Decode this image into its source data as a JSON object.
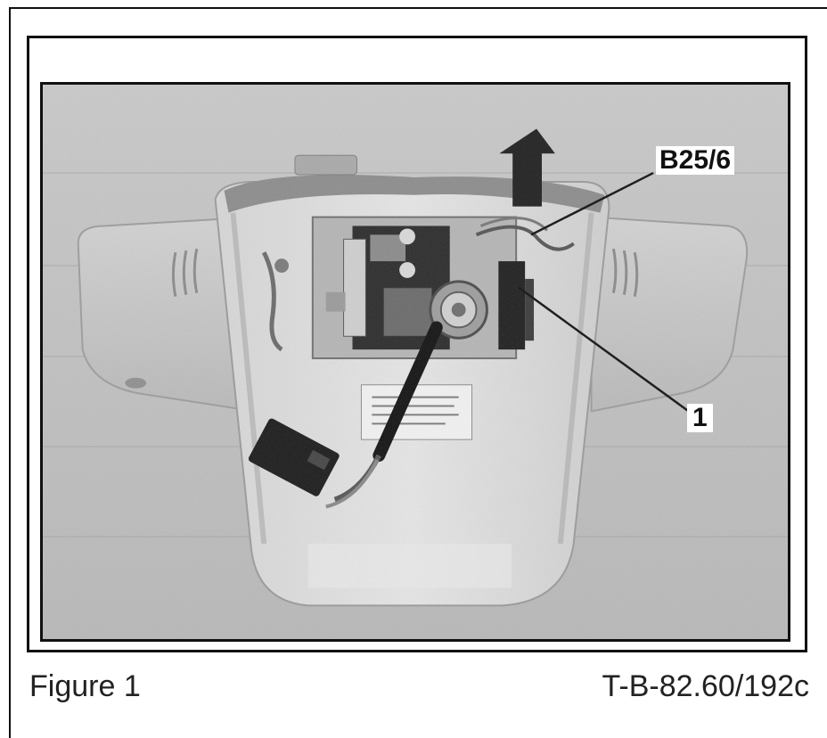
{
  "callouts": {
    "sensor_label": "B25/6",
    "part_label": "1"
  },
  "caption": {
    "figure_label": "Figure 1",
    "reference_code": "T-B-82.60/192c"
  },
  "photo": {
    "icon": "interior-light-assembly-photo",
    "arrow_icon": "up-arrow-icon"
  }
}
